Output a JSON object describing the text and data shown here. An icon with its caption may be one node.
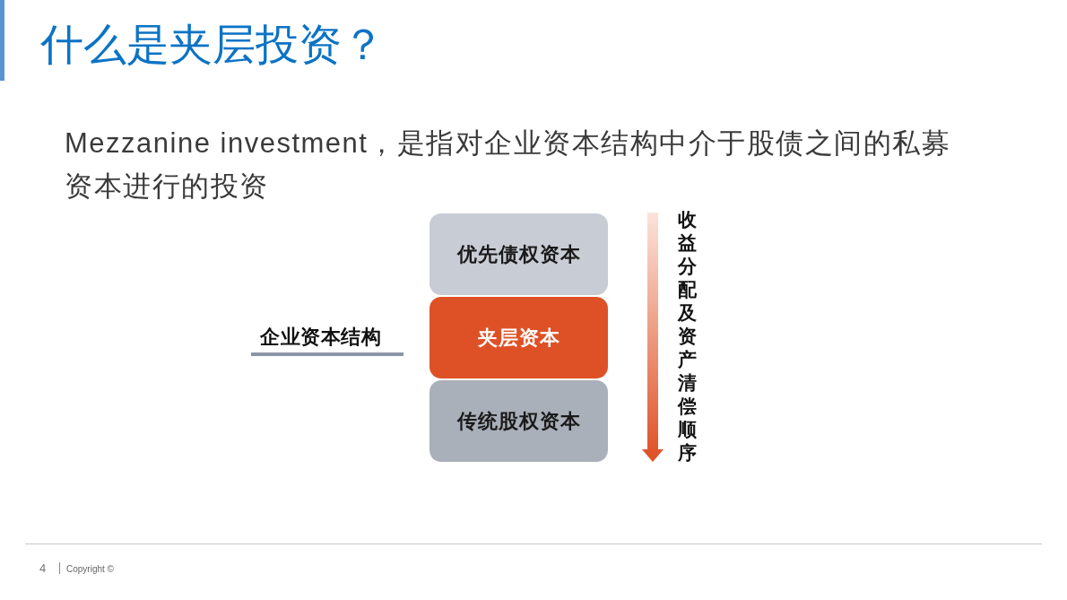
{
  "diagram": {
    "title": "什么是夹层投资？",
    "nodes": [
      {
        "text": [
          "优先债权资本"
        ]
      },
      {
        "text": [
          "夹层资本"
        ]
      },
      {
        "text": [
          "传统股权资本"
        ]
      }
    ],
    "labels": [
      "Mezzanine investment，是指对企业资本结构中介于股债之间的私募资本进行的投资",
      "企业资本结构",
      "收益分配及资产清偿顺序",
      "4",
      "Copyright ©"
    ]
  }
}
